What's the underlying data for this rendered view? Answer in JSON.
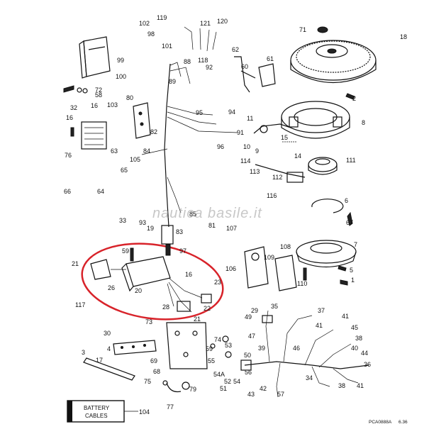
{
  "watermark": "nautica basile.it",
  "battery_box": {
    "line1": "BATTERY",
    "line2": "CABLES"
  },
  "figure_code": "PCA0888A",
  "figure_page": "6.36",
  "highlight_color": "#d8232a",
  "labels": [
    {
      "id": "102",
      "text": "102"
    },
    {
      "id": "98",
      "text": "98"
    },
    {
      "id": "99",
      "text": "99"
    },
    {
      "id": "101",
      "text": "101"
    },
    {
      "id": "100",
      "text": "100"
    },
    {
      "id": "119",
      "text": "119"
    },
    {
      "id": "121",
      "text": "121"
    },
    {
      "id": "120",
      "text": "120"
    },
    {
      "id": "118",
      "text": "118"
    },
    {
      "id": "71",
      "text": "71"
    },
    {
      "id": "18",
      "text": "18"
    },
    {
      "id": "72",
      "text": "72"
    },
    {
      "id": "58",
      "text": "58"
    },
    {
      "id": "16a",
      "text": "16"
    },
    {
      "id": "32",
      "text": "32"
    },
    {
      "id": "88",
      "text": "88"
    },
    {
      "id": "92",
      "text": "92"
    },
    {
      "id": "89",
      "text": "89"
    },
    {
      "id": "62",
      "text": "62"
    },
    {
      "id": "60",
      "text": "60"
    },
    {
      "id": "61",
      "text": "61"
    },
    {
      "id": "2",
      "text": "2"
    },
    {
      "id": "80",
      "text": "80"
    },
    {
      "id": "103",
      "text": "103"
    },
    {
      "id": "82",
      "text": "82"
    },
    {
      "id": "16b",
      "text": "16"
    },
    {
      "id": "76a",
      "text": "76"
    },
    {
      "id": "63",
      "text": "63"
    },
    {
      "id": "105",
      "text": "105"
    },
    {
      "id": "95",
      "text": "95"
    },
    {
      "id": "94",
      "text": "94"
    },
    {
      "id": "91",
      "text": "91"
    },
    {
      "id": "96",
      "text": "96"
    },
    {
      "id": "84",
      "text": "84"
    },
    {
      "id": "11",
      "text": "11"
    },
    {
      "id": "10",
      "text": "10"
    },
    {
      "id": "9",
      "text": "9"
    },
    {
      "id": "15",
      "text": "15"
    },
    {
      "id": "14",
      "text": "14"
    },
    {
      "id": "8",
      "text": "8"
    },
    {
      "id": "65",
      "text": "65"
    },
    {
      "id": "66",
      "text": "66"
    },
    {
      "id": "64",
      "text": "64"
    },
    {
      "id": "114",
      "text": "114"
    },
    {
      "id": "113",
      "text": "113"
    },
    {
      "id": "111",
      "text": "111"
    },
    {
      "id": "112",
      "text": "112"
    },
    {
      "id": "116",
      "text": "116"
    },
    {
      "id": "6",
      "text": "6"
    },
    {
      "id": "67",
      "text": "67"
    },
    {
      "id": "33",
      "text": "33"
    },
    {
      "id": "93",
      "text": "93"
    },
    {
      "id": "19",
      "text": "19"
    },
    {
      "id": "85",
      "text": "85"
    },
    {
      "id": "81",
      "text": "81"
    },
    {
      "id": "83",
      "text": "83"
    },
    {
      "id": "107",
      "text": "107"
    },
    {
      "id": "59",
      "text": "59"
    },
    {
      "id": "97",
      "text": "97"
    },
    {
      "id": "7",
      "text": "7"
    },
    {
      "id": "21a",
      "text": "21"
    },
    {
      "id": "108",
      "text": "108"
    },
    {
      "id": "106",
      "text": "106"
    },
    {
      "id": "109",
      "text": "109"
    },
    {
      "id": "5",
      "text": "5"
    },
    {
      "id": "1",
      "text": "1"
    },
    {
      "id": "16c",
      "text": "16"
    },
    {
      "id": "26",
      "text": "26"
    },
    {
      "id": "20",
      "text": "20"
    },
    {
      "id": "23",
      "text": "23"
    },
    {
      "id": "110",
      "text": "110"
    },
    {
      "id": "117",
      "text": "117"
    },
    {
      "id": "28",
      "text": "28"
    },
    {
      "id": "22",
      "text": "22"
    },
    {
      "id": "21b",
      "text": "21"
    },
    {
      "id": "29",
      "text": "29"
    },
    {
      "id": "35",
      "text": "35"
    },
    {
      "id": "49",
      "text": "49"
    },
    {
      "id": "37",
      "text": "37"
    },
    {
      "id": "41a",
      "text": "41"
    },
    {
      "id": "45",
      "text": "45"
    },
    {
      "id": "38a",
      "text": "38"
    },
    {
      "id": "73",
      "text": "73"
    },
    {
      "id": "30",
      "text": "30"
    },
    {
      "id": "74",
      "text": "74"
    },
    {
      "id": "53",
      "text": "53"
    },
    {
      "id": "47",
      "text": "47"
    },
    {
      "id": "39",
      "text": "39"
    },
    {
      "id": "41b",
      "text": "41"
    },
    {
      "id": "46",
      "text": "46"
    },
    {
      "id": "40",
      "text": "40"
    },
    {
      "id": "4",
      "text": "4"
    },
    {
      "id": "59b",
      "text": "59"
    },
    {
      "id": "50",
      "text": "50"
    },
    {
      "id": "44",
      "text": "44"
    },
    {
      "id": "3",
      "text": "3"
    },
    {
      "id": "17",
      "text": "17"
    },
    {
      "id": "69",
      "text": "69"
    },
    {
      "id": "55",
      "text": "55"
    },
    {
      "id": "36",
      "text": "36"
    },
    {
      "id": "54A",
      "text": "54A"
    },
    {
      "id": "56",
      "text": "56"
    },
    {
      "id": "68",
      "text": "68"
    },
    {
      "id": "52",
      "text": "52"
    },
    {
      "id": "34",
      "text": "34"
    },
    {
      "id": "75",
      "text": "75"
    },
    {
      "id": "51",
      "text": "51"
    },
    {
      "id": "54",
      "text": "54"
    },
    {
      "id": "42",
      "text": "42"
    },
    {
      "id": "38b",
      "text": "38"
    },
    {
      "id": "79",
      "text": "79"
    },
    {
      "id": "43",
      "text": "43"
    },
    {
      "id": "41c",
      "text": "41"
    },
    {
      "id": "57",
      "text": "57"
    },
    {
      "id": "77",
      "text": "77"
    },
    {
      "id": "104",
      "text": "104"
    }
  ]
}
